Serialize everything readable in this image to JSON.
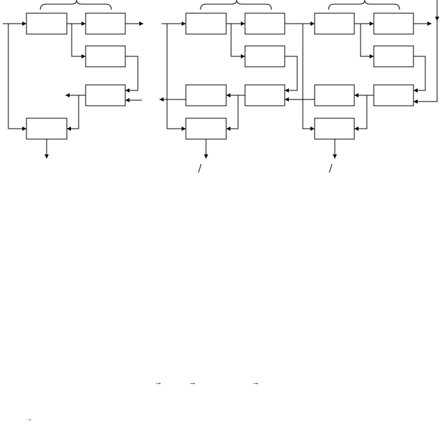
{
  "diagram": {
    "stages": [
      {
        "id": "stage-1"
      },
      {
        "id": "stage-2"
      },
      {
        "id": "stage-3"
      }
    ],
    "box_labels": [],
    "footnote_arrows": [
      "→",
      "→",
      "→",
      "→"
    ]
  }
}
